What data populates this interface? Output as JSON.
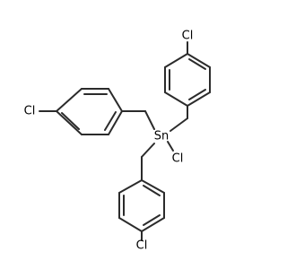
{
  "molecule": {
    "atoms": {
      "cl_top": {
        "symbol": "Cl"
      },
      "cl_left": {
        "symbol": "Cl"
      },
      "cl_bottom": {
        "symbol": "Cl"
      },
      "sn": {
        "symbol": "Sn"
      },
      "cl_sn": {
        "symbol": "Cl"
      }
    }
  },
  "colors": {
    "bond": "#2b2b2b",
    "label": "#000000",
    "background": "#ffffff"
  }
}
